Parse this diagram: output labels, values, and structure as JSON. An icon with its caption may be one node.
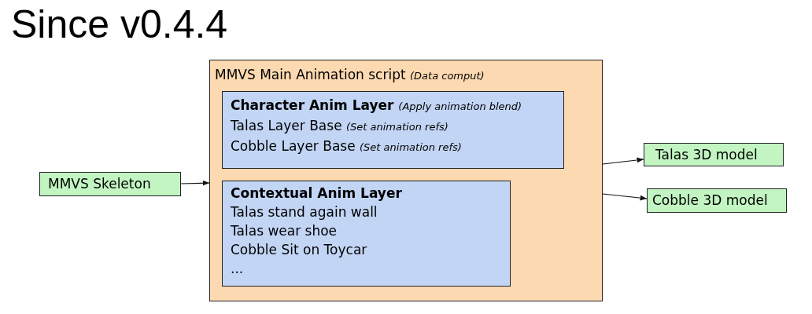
{
  "diagram": {
    "title": "Since v0.4.4",
    "nodes": [
      {
        "text": [
          "MMVS Main Animation script *(Data comput)*"
        ]
      },
      {
        "text": [
          "Character Anim Layer *(Apply animation blend)*",
          "Talas Layer Base *(Set animation refs)*",
          "Cobble Layer Base *(Set animation refs)*"
        ],
        "in": 0
      },
      {
        "text": [
          "Contextual Anim Layer",
          "Talas stand again wall",
          "Talas wear shoe",
          "Cobble Sit on Toycar",
          "..."
        ],
        "in": 0
      },
      {
        "text": [
          "MMVS Skeleton"
        ]
      },
      {
        "text": [
          "Talas 3D model"
        ]
      },
      {
        "text": [
          "Cobble 3D model"
        ]
      }
    ],
    "edges": [
      {
        "from": 3,
        "to": 0,
        "arrow": "to"
      },
      {
        "from": 0,
        "to": 4,
        "arrow": "to"
      },
      {
        "from": 0,
        "to": 5,
        "arrow": "to"
      }
    ]
  }
}
